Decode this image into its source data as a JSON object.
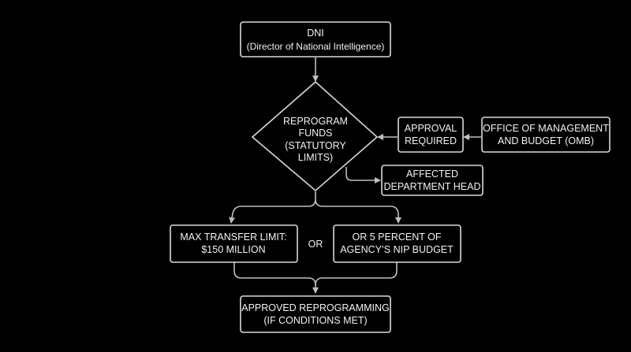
{
  "nodes": {
    "dni": {
      "line1": "DNI",
      "line2": "(Director of National Intelligence)"
    },
    "reprogram": {
      "lines": [
        "REPROGRAM",
        "FUNDS",
        "(STATUTORY",
        "LIMITS)"
      ]
    },
    "approval": {
      "line1": "APPROVAL",
      "line2": "REQUIRED"
    },
    "omb": {
      "line1": "OFFICE OF MANAGEMENT",
      "line2": "AND BUDGET (OMB)"
    },
    "dept_head": {
      "line1": "AFFECTED",
      "line2": "DEPARTMENT HEAD"
    },
    "max_limit": {
      "line1": "MAX TRANSFER LIMIT:",
      "line2": "$150 MILLION"
    },
    "or_label": "OR",
    "percent": {
      "line1": "OR 5 PERCENT OF",
      "line2": "AGENCY’S NIP BUDGET"
    },
    "approved": {
      "line1": "APPROVED REPROGRAMMING",
      "line2": "(IF CONDITIONS MET)"
    }
  },
  "colors": {
    "background": "#000000",
    "stroke": "#d9d9d9",
    "text": "#f2f2f2"
  }
}
